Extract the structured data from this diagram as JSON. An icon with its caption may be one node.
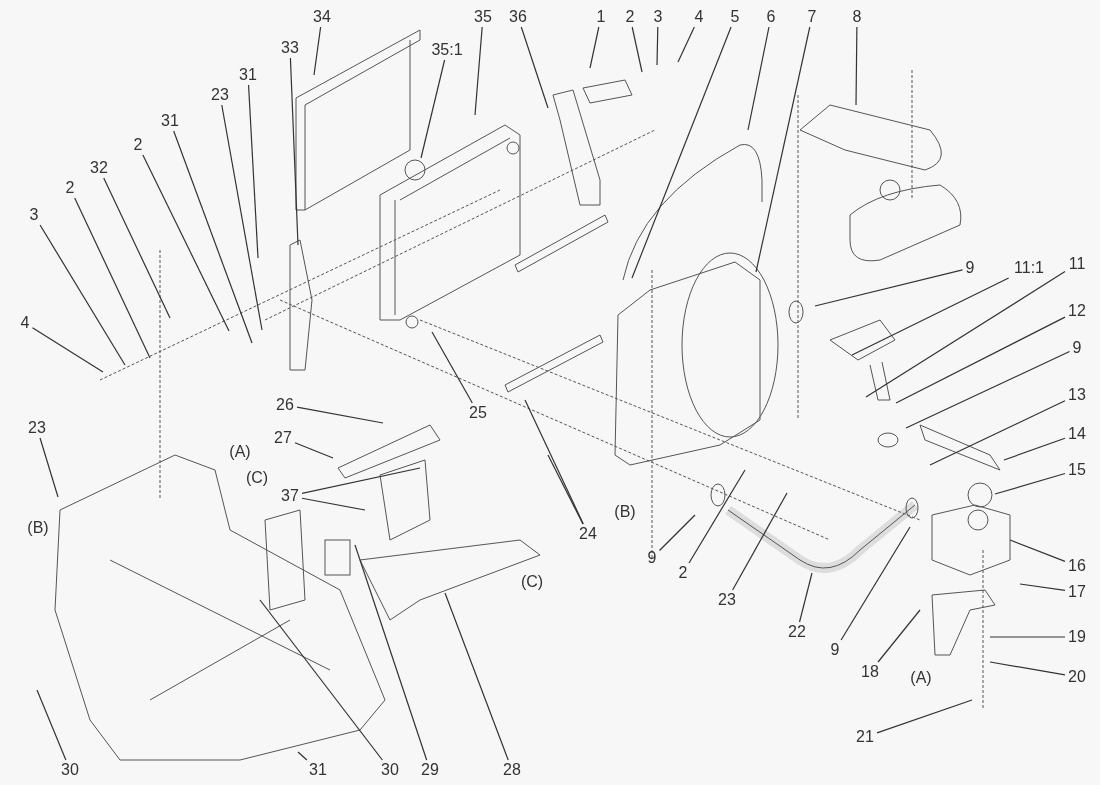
{
  "diagram": {
    "nodes": [
      {
        "text": [
          "34"
        ]
      },
      {
        "text": [
          "35"
        ]
      },
      {
        "text": [
          "36"
        ]
      },
      {
        "text": [
          "1"
        ]
      },
      {
        "text": [
          "2"
        ]
      },
      {
        "text": [
          "3"
        ]
      },
      {
        "text": [
          "4"
        ]
      },
      {
        "text": [
          "5"
        ]
      },
      {
        "text": [
          "6"
        ]
      },
      {
        "text": [
          "7"
        ]
      },
      {
        "text": [
          "8"
        ]
      },
      {
        "text": [
          "33"
        ]
      },
      {
        "text": [
          "35:1"
        ]
      },
      {
        "text": [
          "31"
        ]
      },
      {
        "text": [
          "23"
        ]
      },
      {
        "text": [
          "31"
        ]
      },
      {
        "text": [
          "2"
        ]
      },
      {
        "text": [
          "32"
        ]
      },
      {
        "text": [
          "2"
        ]
      },
      {
        "text": [
          "3"
        ]
      },
      {
        "text": [
          "4"
        ]
      },
      {
        "text": [
          "9"
        ]
      },
      {
        "text": [
          "11:1"
        ]
      },
      {
        "text": [
          "11"
        ]
      },
      {
        "text": [
          "12"
        ]
      },
      {
        "text": [
          "9"
        ]
      },
      {
        "text": [
          "13"
        ]
      },
      {
        "text": [
          "14"
        ]
      },
      {
        "text": [
          "15"
        ]
      },
      {
        "text": [
          "16"
        ]
      },
      {
        "text": [
          "17"
        ]
      },
      {
        "text": [
          "19"
        ]
      },
      {
        "text": [
          "20"
        ]
      },
      {
        "text": [
          "21"
        ]
      },
      {
        "text": [
          "18"
        ]
      },
      {
        "text": [
          "9"
        ]
      },
      {
        "text": [
          "22"
        ]
      },
      {
        "text": [
          "23"
        ]
      },
      {
        "text": [
          "2"
        ]
      },
      {
        "text": [
          "9"
        ]
      },
      {
        "text": [
          "24"
        ]
      },
      {
        "text": [
          "25"
        ]
      },
      {
        "text": [
          "26"
        ]
      },
      {
        "text": [
          "27"
        ]
      },
      {
        "text": [
          "37"
        ]
      },
      {
        "text": [
          "28"
        ]
      },
      {
        "text": [
          "29"
        ]
      },
      {
        "text": [
          "30"
        ]
      },
      {
        "text": [
          "31"
        ]
      },
      {
        "text": [
          "30"
        ]
      },
      {
        "text": [
          "23"
        ]
      }
    ],
    "edges": [
      {
        "from": 0,
        "to": null,
        "arrow": "none"
      },
      {
        "from": 1,
        "to": null,
        "arrow": "none"
      },
      {
        "from": 2,
        "to": null,
        "arrow": "none"
      },
      {
        "from": 3,
        "to": null,
        "arrow": "none"
      },
      {
        "from": 4,
        "to": null,
        "arrow": "none"
      },
      {
        "from": 5,
        "to": null,
        "arrow": "none"
      },
      {
        "from": 6,
        "to": null,
        "arrow": "none"
      },
      {
        "from": 7,
        "to": null,
        "arrow": "none"
      },
      {
        "from": 8,
        "to": null,
        "arrow": "none"
      },
      {
        "from": 9,
        "to": null,
        "arrow": "none"
      },
      {
        "from": 10,
        "to": null,
        "arrow": "none"
      },
      {
        "from": 11,
        "to": null,
        "arrow": "none"
      },
      {
        "from": 12,
        "to": null,
        "arrow": "none"
      },
      {
        "from": 13,
        "to": null,
        "arrow": "none"
      },
      {
        "from": 14,
        "to": null,
        "arrow": "none"
      },
      {
        "from": 15,
        "to": null,
        "arrow": "none"
      },
      {
        "from": 16,
        "to": null,
        "arrow": "none"
      },
      {
        "from": 17,
        "to": null,
        "arrow": "none"
      },
      {
        "from": 18,
        "to": null,
        "arrow": "none"
      },
      {
        "from": 19,
        "to": null,
        "arrow": "none"
      },
      {
        "from": 20,
        "to": null,
        "arrow": "none"
      },
      {
        "from": 21,
        "to": null,
        "arrow": "none"
      },
      {
        "from": 22,
        "to": null,
        "arrow": "none"
      },
      {
        "from": 23,
        "to": null,
        "arrow": "none"
      },
      {
        "from": 24,
        "to": null,
        "arrow": "none"
      },
      {
        "from": 25,
        "to": null,
        "arrow": "none"
      },
      {
        "from": 26,
        "to": null,
        "arrow": "none"
      },
      {
        "from": 27,
        "to": null,
        "arrow": "none"
      },
      {
        "from": 28,
        "to": null,
        "arrow": "none"
      },
      {
        "from": 29,
        "to": null,
        "arrow": "none"
      },
      {
        "from": 30,
        "to": null,
        "arrow": "none"
      },
      {
        "from": 31,
        "to": null,
        "arrow": "none"
      },
      {
        "from": 32,
        "to": null,
        "arrow": "none"
      },
      {
        "from": 33,
        "to": null,
        "arrow": "none"
      },
      {
        "from": 34,
        "to": null,
        "arrow": "none"
      },
      {
        "from": 35,
        "to": null,
        "arrow": "none"
      },
      {
        "from": 36,
        "to": null,
        "arrow": "none"
      },
      {
        "from": 37,
        "to": null,
        "arrow": "none"
      },
      {
        "from": 38,
        "to": null,
        "arrow": "none"
      },
      {
        "from": 39,
        "to": null,
        "arrow": "none"
      },
      {
        "from": 40,
        "to": null,
        "arrow": "none"
      },
      {
        "from": 40,
        "to": null,
        "arrow": "none"
      },
      {
        "from": 41,
        "to": null,
        "arrow": "none"
      },
      {
        "from": 42,
        "to": null,
        "arrow": "none"
      },
      {
        "from": 43,
        "to": null,
        "arrow": "none"
      },
      {
        "from": 44,
        "to": null,
        "arrow": "none"
      },
      {
        "from": 44,
        "to": null,
        "arrow": "none"
      },
      {
        "from": 45,
        "to": null,
        "arrow": "none"
      },
      {
        "from": 46,
        "to": null,
        "arrow": "none"
      },
      {
        "from": 47,
        "to": null,
        "arrow": "none"
      },
      {
        "from": 48,
        "to": null,
        "arrow": "none"
      },
      {
        "from": 49,
        "to": null,
        "arrow": "none"
      },
      {
        "from": 50,
        "to": null,
        "arrow": "none"
      }
    ],
    "labels": [
      "(A)",
      "(C)",
      "(B)",
      "(C)",
      "(B)",
      "(A)"
    ]
  }
}
